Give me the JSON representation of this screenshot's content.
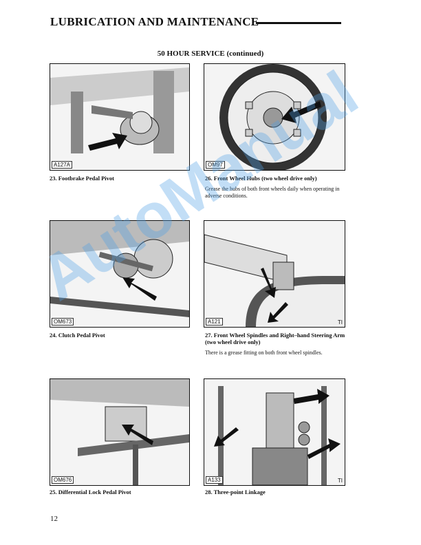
{
  "header": {
    "title": "LUBRICATION AND MAINTENANCE"
  },
  "section_title": "50 HOUR SERVICE (continued)",
  "figures": [
    {
      "code": "A127A",
      "mark": "",
      "caption": "23. Footbrake Pedal Pivot",
      "text": ""
    },
    {
      "code": "OM97",
      "mark": "",
      "caption": "26. Front Wheel Hubs (two wheel drive only)",
      "text": "Grease the hubs of both front wheels daily when operating in adverse conditions."
    },
    {
      "code": "OM673",
      "mark": "",
      "caption": "24. Clutch Pedal Pivot",
      "text": ""
    },
    {
      "code": "A121",
      "mark": "TI",
      "caption": "27. Front Wheel Spindles and Right–hand Steering Arm (two wheel drive only)",
      "text": "There is a grease fitting on both front wheel spindles."
    },
    {
      "code": "OM676",
      "mark": "",
      "caption": "25. Differential Lock Pedal Pivot",
      "text": ""
    },
    {
      "code": "A133",
      "mark": "TI",
      "caption": "28. Three-point Linkage",
      "text": ""
    }
  ],
  "page_number": "12",
  "watermark": "AutoManual"
}
